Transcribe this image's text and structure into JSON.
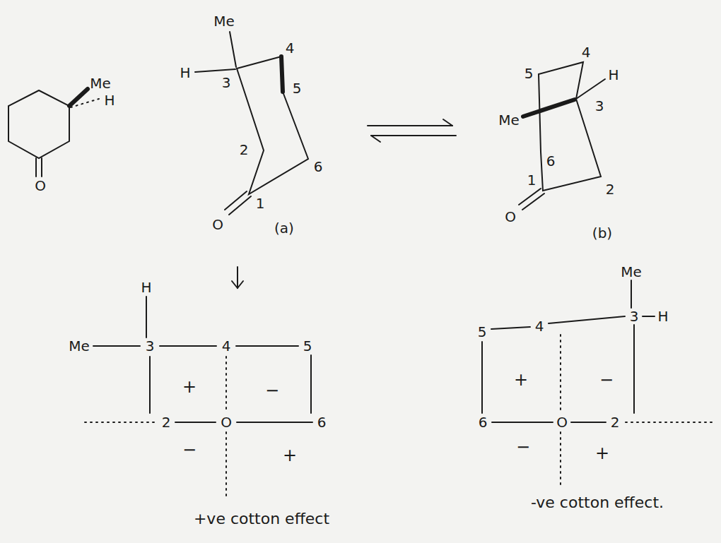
{
  "diagram": {
    "labels": [
      "Me",
      "H",
      "O",
      "Me",
      "H",
      "3",
      "4",
      "5",
      "2",
      "6",
      "1",
      "O",
      "(a)",
      "5",
      "4",
      "H",
      "3",
      "Me",
      "6",
      "1",
      "2",
      "O",
      "(b)",
      "H",
      "Me",
      "3",
      "4",
      "5",
      "+",
      "−",
      "2",
      "O",
      "6",
      "−",
      "+",
      "+ve cotton effect",
      "Me",
      "3",
      "H",
      "5",
      "4",
      "+",
      "−",
      "6",
      "O",
      "2",
      "−",
      "+",
      "-ve cotton effect."
    ]
  }
}
